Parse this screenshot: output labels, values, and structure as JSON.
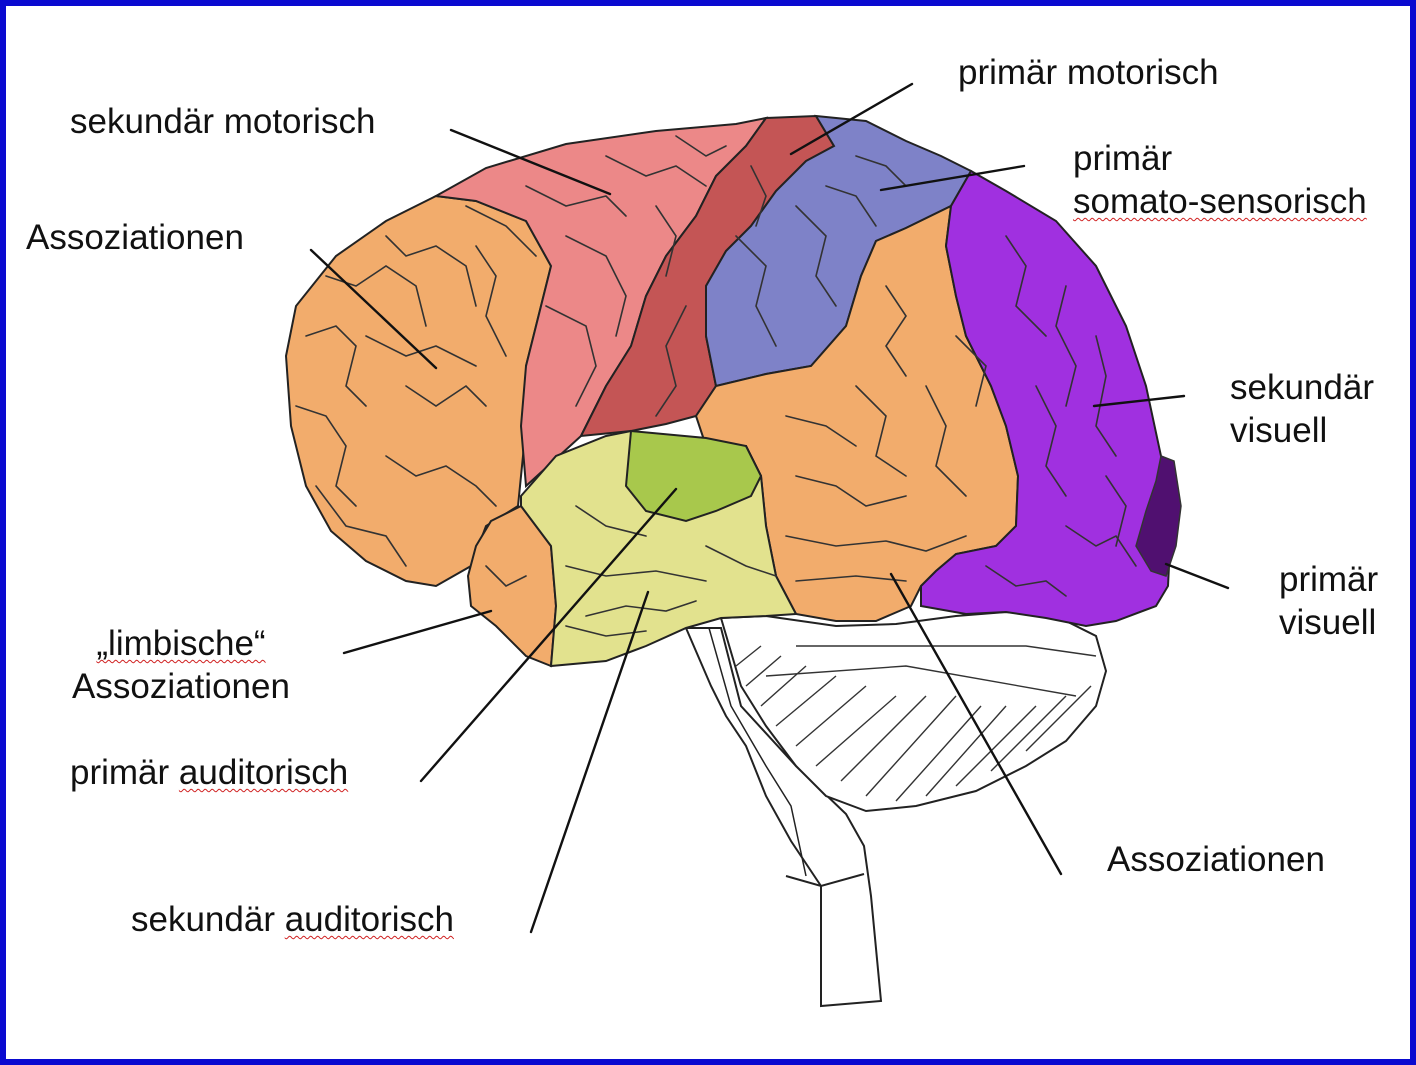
{
  "labels": {
    "sekundaer_motorisch": "sekundär motorisch",
    "primaer_motorisch": "primär motorisch",
    "primaer_somato_1": "primär",
    "primaer_somato_2": "somato-sensorisch",
    "assoziationen_frontal": "Assoziationen",
    "sekundaer_visuell_1": "sekundär",
    "sekundaer_visuell_2": "visuell",
    "primaer_visuell_1": "primär",
    "primaer_visuell_2": "visuell",
    "limbische_1": "„limbische“",
    "limbische_2": "Assoziationen",
    "primaer_auditorisch_1": "primär",
    "primaer_auditorisch_2": "auditorisch",
    "assoziationen_temporal": "Assoziationen",
    "sekundaer_auditorisch_1": "sekundär",
    "sekundaer_auditorisch_2": "auditorisch"
  },
  "region_colors": {
    "association": "#f2ac6c",
    "secondary_motor": "#ec8888",
    "primary_motor": "#c45555",
    "somatosensory": "#7e82c8",
    "secondary_visual": "#a030e0",
    "primary_visual": "#501070",
    "secondary_auditory": "#e2e28e",
    "primary_auditory": "#a8c84c",
    "cerebellum": "#ffffff"
  }
}
